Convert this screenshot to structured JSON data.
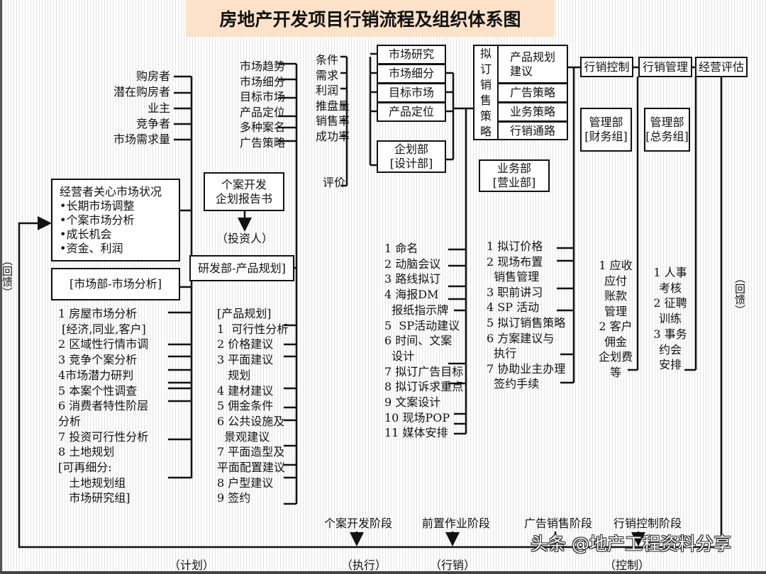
{
  "title": "房地产开发项目行销流程及组织体系图",
  "market_targets": [
    "购房者",
    "潜在购房者",
    "业主",
    "竞争者",
    "市场需求量"
  ],
  "operator_box": {
    "title": "经营者关心市场状况",
    "items": [
      "•长期市场调整",
      "•个案市场分析",
      "•成长机会",
      "•资金、利润"
    ]
  },
  "market_dept": "[市场部-市场分析]",
  "market_analysis": [
    "1 房屋市场分析",
    " [经济,同业,客户]",
    "2 区域性行情市调",
    "3 竞争个案分析",
    "4市场潜力研判",
    "5 本案个性调查",
    "6 消费者特性阶层",
    "分析",
    "7 投资可行性分析",
    "8 土地规划",
    "[可再细分:",
    "   土地规划组",
    "   市场研究组]"
  ],
  "market_factors": [
    "市场趋势",
    "市场细分",
    "目标市场",
    "产品定位",
    "多种案名",
    "广告策略"
  ],
  "report_box": [
    "个案开发",
    "企划报告书"
  ],
  "investor": "（投资人）",
  "rd_dept": "研发部-产品规划]",
  "product_planning": [
    "[产品规划]",
    "1  可行性分析",
    "2 价格建议",
    "3 平面建议",
    "   规划",
    "4 建材建议",
    "5 佣金条件",
    "6 公共设施及",
    "  景观建议",
    "7 平面造型及",
    "平面配置建议",
    "8 户型建议",
    "9 签约"
  ],
  "evaluation_factors": [
    "条件",
    "需求",
    "利润",
    "推盘量",
    "销售率",
    "成功率"
  ],
  "evaluation": "评价",
  "research_boxes": [
    "市场研究",
    "市场细分",
    "目标市场",
    "产品定位"
  ],
  "planning_dept": [
    "企划部",
    "[设计部]"
  ],
  "strategy": {
    "label": "拟订销售策略",
    "items": [
      "产品规划\n建议",
      "广告策略",
      "业务策略",
      "行销通路"
    ]
  },
  "sales_dept": [
    "业务部",
    "[营业部]"
  ],
  "control_chain": [
    "行销控制",
    "行销管理",
    "经营评估"
  ],
  "finance_dept": [
    "管理部",
    "[财务组]"
  ],
  "admin_dept": [
    "管理部",
    "[总务组]"
  ],
  "ad_tasks": [
    "1 命名",
    "2 动脑会议",
    "3 路线拟订",
    "4 海报DM",
    "  报纸指示牌",
    "5  SP活动建议",
    "6 时间、文案",
    "  设计",
    "7 拟订广告目标",
    "8 拟订诉求重点",
    "9 文案设计",
    "10 现场POP",
    "11 媒体安排"
  ],
  "sales_tasks": [
    "1 拟订价格",
    "2 现场布置",
    "  销售管理",
    "3 职前讲习",
    "4 SP 活动",
    "5 拟订销售策略",
    "6 方案建议与",
    "  执行",
    "7 协助业主办理",
    "  签约手续"
  ],
  "finance_tasks": [
    "1 应收",
    "应付",
    "账款",
    "管理",
    "2 客户",
    "佣金",
    "企划费",
    "等"
  ],
  "admin_tasks": [
    "1 人事",
    "考核",
    "2 征聘",
    "训练",
    "3 事务",
    "约会",
    "安排"
  ],
  "feedback": "（回馈）",
  "stages": [
    "个案开发阶段",
    "前置作业阶段",
    "广告销售阶段",
    "行销控制阶段"
  ],
  "phases": [
    "（计划）",
    "（执行）",
    "（行销）",
    "（控制）"
  ],
  "watermark": "头条 @地产工程资料分享"
}
